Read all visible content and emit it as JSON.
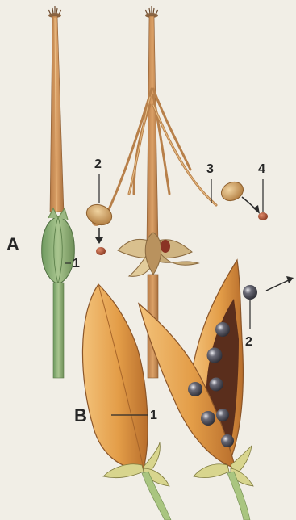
{
  "labels": {
    "section_a": "A",
    "section_b": "B",
    "a_calyx": "1",
    "a_seed_left": "2",
    "a_awn": "3",
    "a_seed_right": "4",
    "b_pod": "1",
    "b_seed": "2"
  },
  "colors": {
    "background": "#f1eee6",
    "stem": "#c98b4f",
    "stem_dark": "#9a6133",
    "calyx_green": "#8fb07a",
    "pod": "#e6a451",
    "pod_dark": "#b56f2e",
    "seed": "#5a5a66",
    "label": "#262626"
  }
}
